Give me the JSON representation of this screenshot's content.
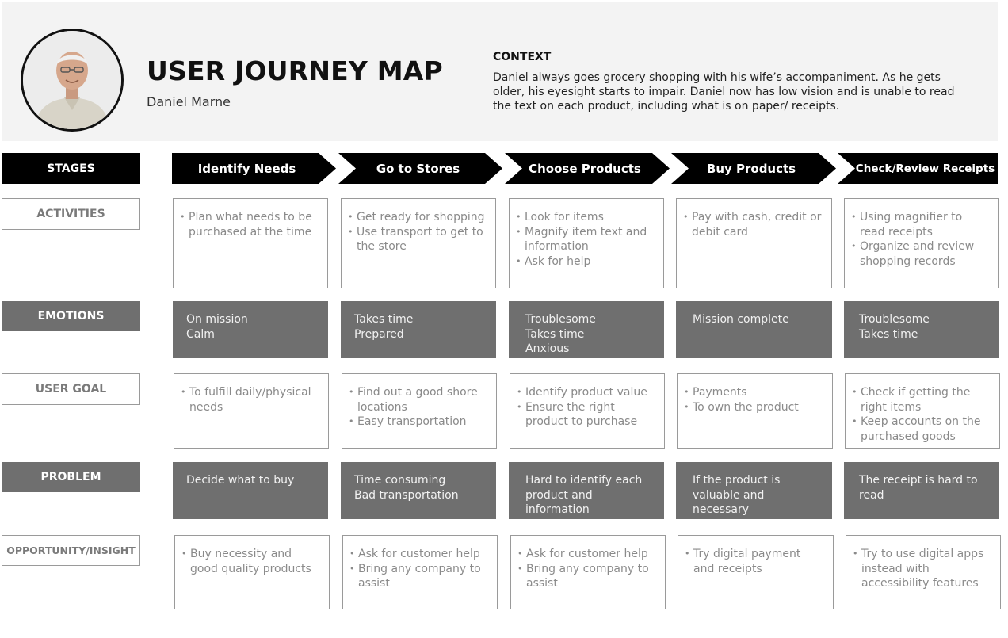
{
  "header": {
    "title": "USER JOURNEY MAP",
    "name": "Daniel Marne",
    "context_heading": "CONTEXT",
    "context_text": "Daniel always goes grocery shopping with his wife’s accompaniment. As he gets older, his eyesight starts to impair. Daniel now has low vision and is unable to read the text on each product, including what is on paper/ receipts."
  },
  "rows": {
    "stages": "STAGES",
    "activities": "ACTIVITIES",
    "emotions": "EMOTIONS",
    "user_goal": "USER GOAL",
    "problem": "PROBLEM",
    "opportunity": "OPPORTUNITY/INSIGHT"
  },
  "stages": [
    {
      "name": "Identify Needs",
      "activities": [
        "Plan what needs to be purchased at the time"
      ],
      "emotions": [
        "On mission",
        "Calm"
      ],
      "goals": [
        "To fulfill daily/physical needs"
      ],
      "problem": [
        "Decide what to buy"
      ],
      "opportunity": [
        "Buy necessity and good quality products"
      ]
    },
    {
      "name": "Go to Stores",
      "activities": [
        "Get ready for shopping",
        "Use transport to get to the store"
      ],
      "emotions": [
        "Takes time",
        "Prepared"
      ],
      "goals": [
        "Find out a good shore locations",
        "Easy transportation"
      ],
      "problem": [
        "Time consuming",
        "Bad transportation"
      ],
      "opportunity": [
        "Ask for customer help",
        "Bring any company to assist"
      ]
    },
    {
      "name": "Choose Products",
      "activities": [
        "Look for items",
        "Magnify item text and information",
        "Ask for help"
      ],
      "emotions": [
        "Troublesome",
        "Takes time",
        "Anxious"
      ],
      "goals": [
        "Identify product value",
        "Ensure the right product to purchase"
      ],
      "problem": [
        "Hard to identify each product and information"
      ],
      "opportunity": [
        "Ask for customer help",
        "Bring any company to assist"
      ]
    },
    {
      "name": "Buy Products",
      "activities": [
        "Pay with cash, credit or debit card"
      ],
      "emotions": [
        "Mission complete"
      ],
      "goals": [
        "Payments",
        "To own the product"
      ],
      "problem": [
        "If the product is valuable and necessary"
      ],
      "opportunity": [
        "Try digital payment and receipts"
      ]
    },
    {
      "name": "Check/Review Receipts",
      "activities": [
        "Using magnifier to read receipts",
        "Organize and review shopping records"
      ],
      "emotions": [
        "Troublesome",
        "Takes time"
      ],
      "goals": [
        "Check if getting the right items",
        "Keep accounts on the purchased goods"
      ],
      "problem": [
        "The receipt is hard to read"
      ],
      "opportunity": [
        "Try to use digital apps instead with accessibility features"
      ]
    }
  ]
}
